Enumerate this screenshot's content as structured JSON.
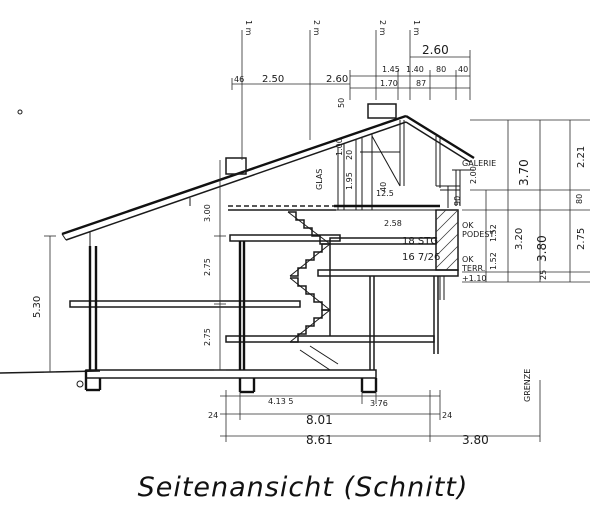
{
  "caption": "Seitenansicht (Schnitt)",
  "axis_marks": {
    "a": "1 m",
    "b": "2 m",
    "c": "2 m",
    "d": "1 m"
  },
  "dims_top": {
    "overall_right": "2.60",
    "row1": [
      "1.45",
      "1.40",
      "80",
      "40"
    ],
    "row2_left": [
      "46",
      "2.50",
      "2.60"
    ],
    "row2_right": [
      "1.70",
      "87"
    ]
  },
  "dims_inner": {
    "roof_top": "50",
    "d100": "1.00",
    "d20": "20",
    "d195": "1.95",
    "d40": "40",
    "d125": "12.5",
    "d258": "2.58",
    "galerie_h": "2.00",
    "d90": "90",
    "d300": "3.00",
    "stair": "18 STG",
    "stair_ratio": "16 7/26",
    "glas": "GLAS",
    "d152a": "1.52",
    "d152b": "1.52"
  },
  "labels": {
    "galerie": "GALERIE",
    "ok_podest_1": "OK",
    "ok_podest_2": "PODEST",
    "ok_terr_1": "OK",
    "ok_terr_2": "TERR.",
    "level": "+1.10",
    "grenze": "GRENZE"
  },
  "dims_left": {
    "total": "5.30",
    "upper": "2.75",
    "lower": "2.75"
  },
  "dims_right": {
    "h370": "3.70",
    "h320": "3.20",
    "h380": "3.80",
    "h221": "2.21",
    "h80": "80",
    "h275": "2.75",
    "h25": "25"
  },
  "dims_bottom": {
    "d24a": "24",
    "d413": "4.13 5",
    "d376": "3.76",
    "d24b": "24",
    "d801": "8.01",
    "d861": "8.61",
    "d380": "3.80"
  }
}
